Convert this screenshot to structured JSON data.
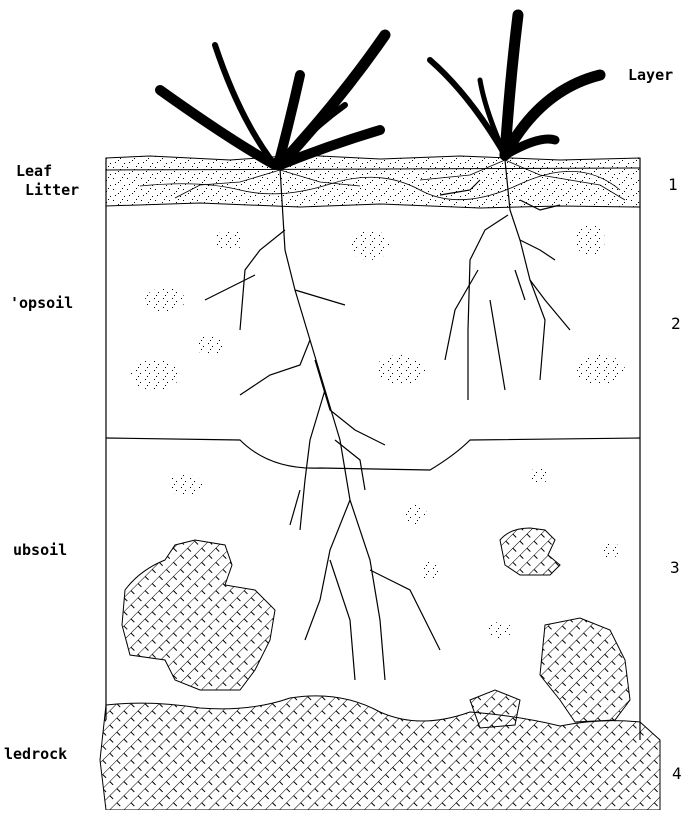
{
  "header": {
    "layer_label": "Layer"
  },
  "layers": [
    {
      "name_line1": "Leaf",
      "name_line2": "Litter",
      "number": "1"
    },
    {
      "name": "'opsoil",
      "number": "2"
    },
    {
      "name": "ubsoil",
      "number": "3"
    },
    {
      "name": "ledrock",
      "number": "4"
    }
  ],
  "colors": {
    "ink": "#000000",
    "background": "#ffffff"
  }
}
